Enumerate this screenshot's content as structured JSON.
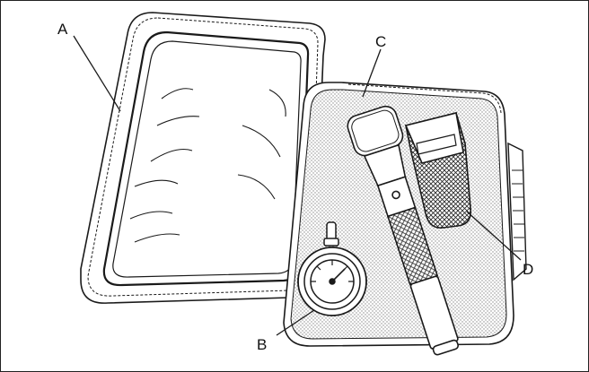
{
  "callouts": {
    "a": "A",
    "b": "B",
    "c": "C",
    "d": "D"
  },
  "colors": {
    "line": "#1a1a1a",
    "stipple": "#9a9a9a",
    "background": "#ffffff"
  }
}
